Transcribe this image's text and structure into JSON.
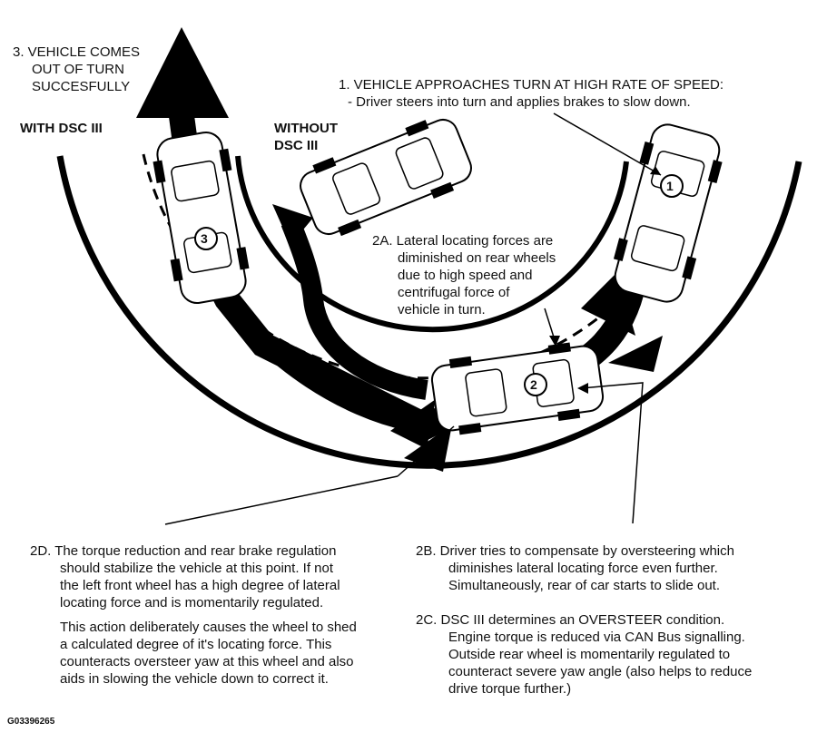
{
  "step3": [
    "3. VEHICLE COMES",
    "OUT OF TURN",
    "SUCCESFULLY"
  ],
  "with_dsc": "WITH DSC III",
  "without_dsc": [
    "WITHOUT",
    "DSC III"
  ],
  "step1": {
    "title": "1. VEHICLE APPROACHES TURN AT HIGH RATE OF SPEED:",
    "sub": "- Driver steers into turn and applies brakes to slow down."
  },
  "step2a": [
    "2A. Lateral locating forces are",
    "diminished on rear wheels",
    "due to high speed and",
    "centrifugal force of",
    "vehicle in turn."
  ],
  "step2d": {
    "p1": [
      "2D. The torque reduction and rear brake regulation",
      "should stabilize the vehicle at this point. If not",
      "the left front wheel has a high degree of lateral",
      "locating force and is momentarily regulated."
    ],
    "p2": [
      "This action deliberately causes the wheel to shed",
      "a calculated degree of it's locating force. This",
      "counteracts oversteer yaw at this wheel and also",
      "aids in slowing the vehicle down to correct it."
    ]
  },
  "step2b": [
    "2B. Driver tries to compensate by oversteering which",
    "diminishes lateral locating force even further.",
    "Simultaneously, rear of car starts to slide out."
  ],
  "step2c": [
    "2C. DSC III determines an OVERSTEER condition.",
    "Engine torque is reduced via CAN Bus signalling.",
    "Outside rear wheel is momentarily regulated to",
    "counteract severe yaw angle (also helps to reduce",
    "drive torque further.)"
  ],
  "markers": [
    "1",
    "2",
    "3"
  ],
  "figure_id": "G03396265"
}
